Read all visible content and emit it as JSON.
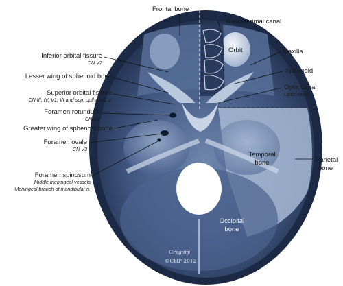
{
  "colors": {
    "skull_dark": "#1f2d4a",
    "skull_mid": "#4d6590",
    "skull_light": "#9bb0cf",
    "bone_pale": "#d9e2ee",
    "leader": "#111111",
    "text": "#1a1a1a"
  },
  "labels": {
    "frontal_bone": "Frontal bone",
    "nasolacrimal_canal": "Nasolacrimal canal",
    "orbit": "Orbit",
    "maxilla": "Maxilla",
    "sphenoid": "Sphenoid",
    "optic_canal": "Optic canal",
    "optic_canal_sub": "Optic nerve",
    "inferior_orbital_fissure": "Inferior orbital fissure",
    "inferior_orbital_fissure_sub": "CN V2",
    "lesser_wing": "Lesser wing of sphenoid bone",
    "superior_orbital_fissure": "Superior orbital fissure",
    "superior_orbital_fissure_sub": "CN III, IV, V1, VI and sup. opthalmic v.",
    "foramen_rotundum": "Foramen rotundum",
    "foramen_rotundum_sub": "CN V2",
    "greater_wing": "Greater wing of sphenoid bone",
    "foramen_ovale": "Foramen ovale",
    "foramen_ovale_sub": "CN V3",
    "foramen_spinosum": "Foramen spinosum",
    "foramen_spinosum_sub1": "Middle meningeal vessels",
    "foramen_spinosum_sub2": "Meningeal branch of mandibular n.",
    "temporal_bone_1": "Temporal",
    "temporal_bone_2": "bone",
    "parietal_bone_1": "Parietal",
    "parietal_bone_2": "bone",
    "occipital_bone_1": "Occipital",
    "occipital_bone_2": "bone"
  },
  "signature": {
    "artist": "Gregory",
    "copyright": "©CHP 2012"
  }
}
